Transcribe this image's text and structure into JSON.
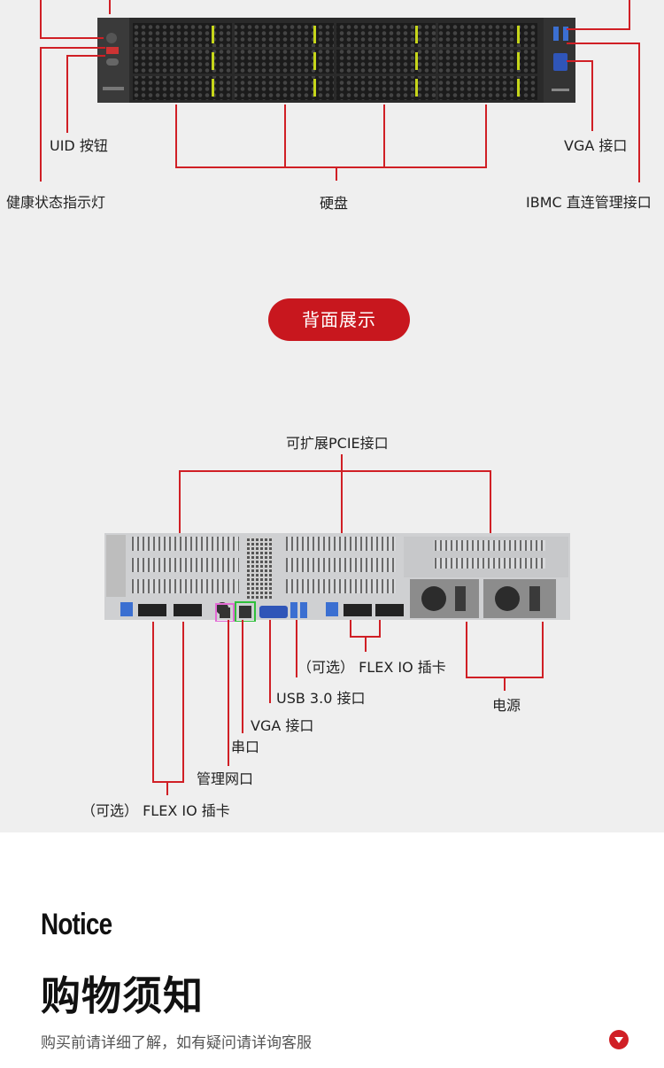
{
  "front": {
    "labels": {
      "uid": "UID 按钮",
      "health": "健康状态指示灯",
      "disk": "硬盘",
      "vga": "VGA 接口",
      "ibmc": "IBMC 直连管理接口"
    }
  },
  "rear": {
    "section_title": "背面展示",
    "labels": {
      "pcie": "可扩展PCIE接口",
      "flex_right": "（可选） FLEX IO 插卡",
      "usb": "USB 3.0 接口",
      "vga": "VGA 接口",
      "serial": "串口",
      "mgmt": "管理网口",
      "flex_left": "（可选） FLEX IO 插卡",
      "power": "电源"
    }
  },
  "notice": {
    "title_en": "Notice",
    "title_cn": "购物须知",
    "tip": "购买前请详细了解，如有疑问请详询客服"
  },
  "colors": {
    "accent": "#c8171e",
    "line": "#d01f25",
    "bg": "#efefef"
  }
}
